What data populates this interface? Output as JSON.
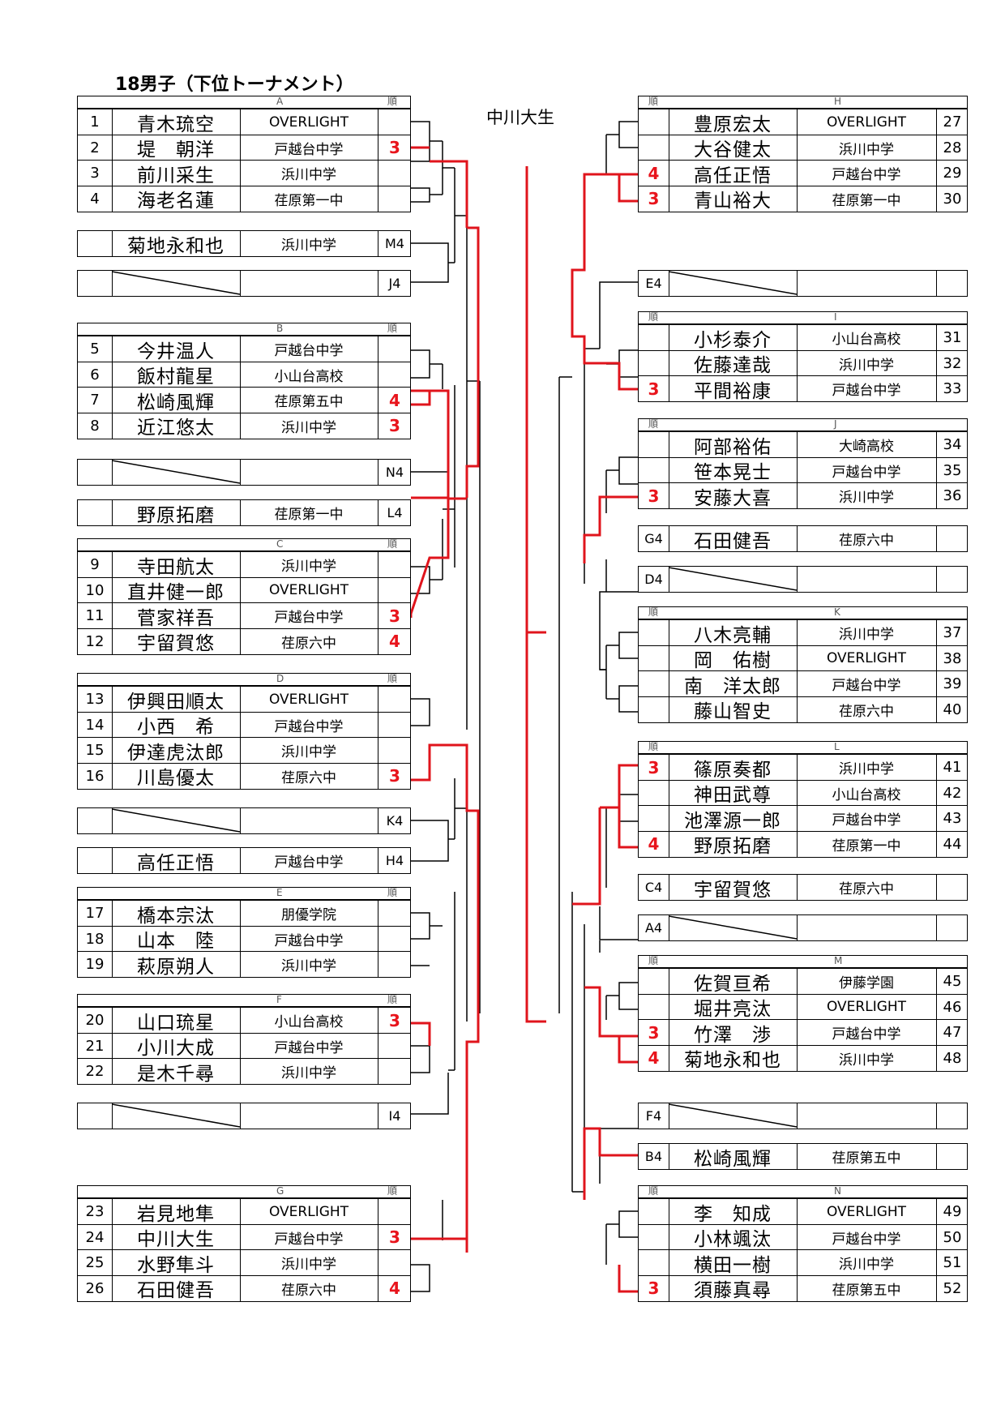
{
  "title": "18男子（下位トーナメント）",
  "champion": "中川大生",
  "rank_header": "順",
  "left_groups": [
    {
      "id": "A",
      "rows": [
        {
          "no": "1",
          "name": "青木琉空",
          "school": "OVERLIGHT",
          "rank": ""
        },
        {
          "no": "2",
          "name": "堤　朝洋",
          "school": "戸越台中学",
          "rank": "3"
        },
        {
          "no": "3",
          "name": "前川采生",
          "school": "浜川中学",
          "rank": ""
        },
        {
          "no": "4",
          "name": "海老名蓮",
          "school": "荏原第一中",
          "rank": ""
        }
      ]
    },
    {
      "id": "B",
      "rows": [
        {
          "no": "5",
          "name": "今井温人",
          "school": "戸越台中学",
          "rank": ""
        },
        {
          "no": "6",
          "name": "飯村龍星",
          "school": "小山台高校",
          "rank": ""
        },
        {
          "no": "7",
          "name": "松崎風輝",
          "school": "荏原第五中",
          "rank": "4"
        },
        {
          "no": "8",
          "name": "近江悠太",
          "school": "浜川中学",
          "rank": "3"
        }
      ]
    },
    {
      "id": "C",
      "rows": [
        {
          "no": "9",
          "name": "寺田航太",
          "school": "浜川中学",
          "rank": ""
        },
        {
          "no": "10",
          "name": "直井健一郎",
          "school": "OVERLIGHT",
          "rank": ""
        },
        {
          "no": "11",
          "name": "菅家祥吾",
          "school": "戸越台中学",
          "rank": "3"
        },
        {
          "no": "12",
          "name": "宇留賀悠",
          "school": "荏原六中",
          "rank": "4"
        }
      ]
    },
    {
      "id": "D",
      "rows": [
        {
          "no": "13",
          "name": "伊興田順太",
          "school": "OVERLIGHT",
          "rank": ""
        },
        {
          "no": "14",
          "name": "小西　希",
          "school": "戸越台中学",
          "rank": ""
        },
        {
          "no": "15",
          "name": "伊達虎汰郎",
          "school": "浜川中学",
          "rank": ""
        },
        {
          "no": "16",
          "name": "川島優太",
          "school": "荏原六中",
          "rank": "3"
        }
      ]
    },
    {
      "id": "E",
      "rows": [
        {
          "no": "17",
          "name": "橋本宗汰",
          "school": "朋優学院",
          "rank": ""
        },
        {
          "no": "18",
          "name": "山本　陸",
          "school": "戸越台中学",
          "rank": ""
        },
        {
          "no": "19",
          "name": "萩原朔人",
          "school": "浜川中学",
          "rank": ""
        }
      ]
    },
    {
      "id": "F",
      "rows": [
        {
          "no": "20",
          "name": "山口琉星",
          "school": "小山台高校",
          "rank": "3"
        },
        {
          "no": "21",
          "name": "小川大成",
          "school": "戸越台中学",
          "rank": ""
        },
        {
          "no": "22",
          "name": "是木千尋",
          "school": "浜川中学",
          "rank": ""
        }
      ]
    },
    {
      "id": "G",
      "rows": [
        {
          "no": "23",
          "name": "岩見地隼",
          "school": "OVERLIGHT",
          "rank": ""
        },
        {
          "no": "24",
          "name": "中川大生",
          "school": "戸越台中学",
          "rank": "3"
        },
        {
          "no": "25",
          "name": "水野隼斗",
          "school": "浜川中学",
          "rank": ""
        },
        {
          "no": "26",
          "name": "石田健吾",
          "school": "荏原六中",
          "rank": "4"
        }
      ]
    }
  ],
  "left_slots": [
    {
      "slot": "M4",
      "name": "菊地永和也",
      "school": "浜川中学"
    },
    {
      "slot": "J4",
      "name": "",
      "school": ""
    },
    {
      "slot": "N4",
      "name": "",
      "school": ""
    },
    {
      "slot": "L4",
      "name": "野原拓磨",
      "school": "荏原第一中"
    },
    {
      "slot": "K4",
      "name": "",
      "school": ""
    },
    {
      "slot": "H4",
      "name": "高任正悟",
      "school": "戸越台中学"
    },
    {
      "slot": "I4",
      "name": "",
      "school": ""
    }
  ],
  "right_groups": [
    {
      "id": "H",
      "rows": [
        {
          "no": "27",
          "name": "豊原宏太",
          "school": "OVERLIGHT",
          "rank": ""
        },
        {
          "no": "28",
          "name": "大谷健太",
          "school": "浜川中学",
          "rank": ""
        },
        {
          "no": "29",
          "name": "高任正悟",
          "school": "戸越台中学",
          "rank": "4"
        },
        {
          "no": "30",
          "name": "青山裕大",
          "school": "荏原第一中",
          "rank": "3"
        }
      ]
    },
    {
      "id": "I",
      "rows": [
        {
          "no": "31",
          "name": "小杉泰介",
          "school": "小山台高校",
          "rank": ""
        },
        {
          "no": "32",
          "name": "佐藤達哉",
          "school": "浜川中学",
          "rank": ""
        },
        {
          "no": "33",
          "name": "平間裕康",
          "school": "戸越台中学",
          "rank": "3"
        }
      ]
    },
    {
      "id": "J",
      "rows": [
        {
          "no": "34",
          "name": "阿部裕佑",
          "school": "大崎高校",
          "rank": ""
        },
        {
          "no": "35",
          "name": "笹本晃士",
          "school": "戸越台中学",
          "rank": ""
        },
        {
          "no": "36",
          "name": "安藤大喜",
          "school": "浜川中学",
          "rank": "3"
        }
      ]
    },
    {
      "id": "K",
      "rows": [
        {
          "no": "37",
          "name": "八木亮輔",
          "school": "浜川中学",
          "rank": ""
        },
        {
          "no": "38",
          "name": "岡　佑樹",
          "school": "OVERLIGHT",
          "rank": ""
        },
        {
          "no": "39",
          "name": "南　洋太郎",
          "school": "戸越台中学",
          "rank": ""
        },
        {
          "no": "40",
          "name": "藤山智史",
          "school": "荏原六中",
          "rank": ""
        }
      ]
    },
    {
      "id": "L",
      "rows": [
        {
          "no": "41",
          "name": "篠原奏都",
          "school": "浜川中学",
          "rank": "3"
        },
        {
          "no": "42",
          "name": "神田武尊",
          "school": "小山台高校",
          "rank": ""
        },
        {
          "no": "43",
          "name": "池澤源一郎",
          "school": "戸越台中学",
          "rank": ""
        },
        {
          "no": "44",
          "name": "野原拓磨",
          "school": "荏原第一中",
          "rank": "4"
        }
      ]
    },
    {
      "id": "M",
      "rows": [
        {
          "no": "45",
          "name": "佐賀亘希",
          "school": "伊藤学園",
          "rank": ""
        },
        {
          "no": "46",
          "name": "堀井亮汰",
          "school": "OVERLIGHT",
          "rank": ""
        },
        {
          "no": "47",
          "name": "竹澤　渉",
          "school": "戸越台中学",
          "rank": "3"
        },
        {
          "no": "48",
          "name": "菊地永和也",
          "school": "浜川中学",
          "rank": "4"
        }
      ]
    },
    {
      "id": "N",
      "rows": [
        {
          "no": "49",
          "name": "李　知成",
          "school": "OVERLIGHT",
          "rank": ""
        },
        {
          "no": "50",
          "name": "小林颯汰",
          "school": "戸越台中学",
          "rank": ""
        },
        {
          "no": "51",
          "name": "横田一樹",
          "school": "浜川中学",
          "rank": ""
        },
        {
          "no": "52",
          "name": "須藤真尋",
          "school": "荏原第五中",
          "rank": "3"
        }
      ]
    }
  ],
  "right_slots": [
    {
      "slot": "E4",
      "name": "",
      "school": ""
    },
    {
      "slot": "G4",
      "name": "石田健吾",
      "school": "荏原六中"
    },
    {
      "slot": "D4",
      "name": "",
      "school": ""
    },
    {
      "slot": "C4",
      "name": "宇留賀悠",
      "school": "荏原六中"
    },
    {
      "slot": "A4",
      "name": "",
      "school": ""
    },
    {
      "slot": "F4",
      "name": "",
      "school": ""
    },
    {
      "slot": "B4",
      "name": "松崎風輝",
      "school": "荏原第五中"
    }
  ]
}
